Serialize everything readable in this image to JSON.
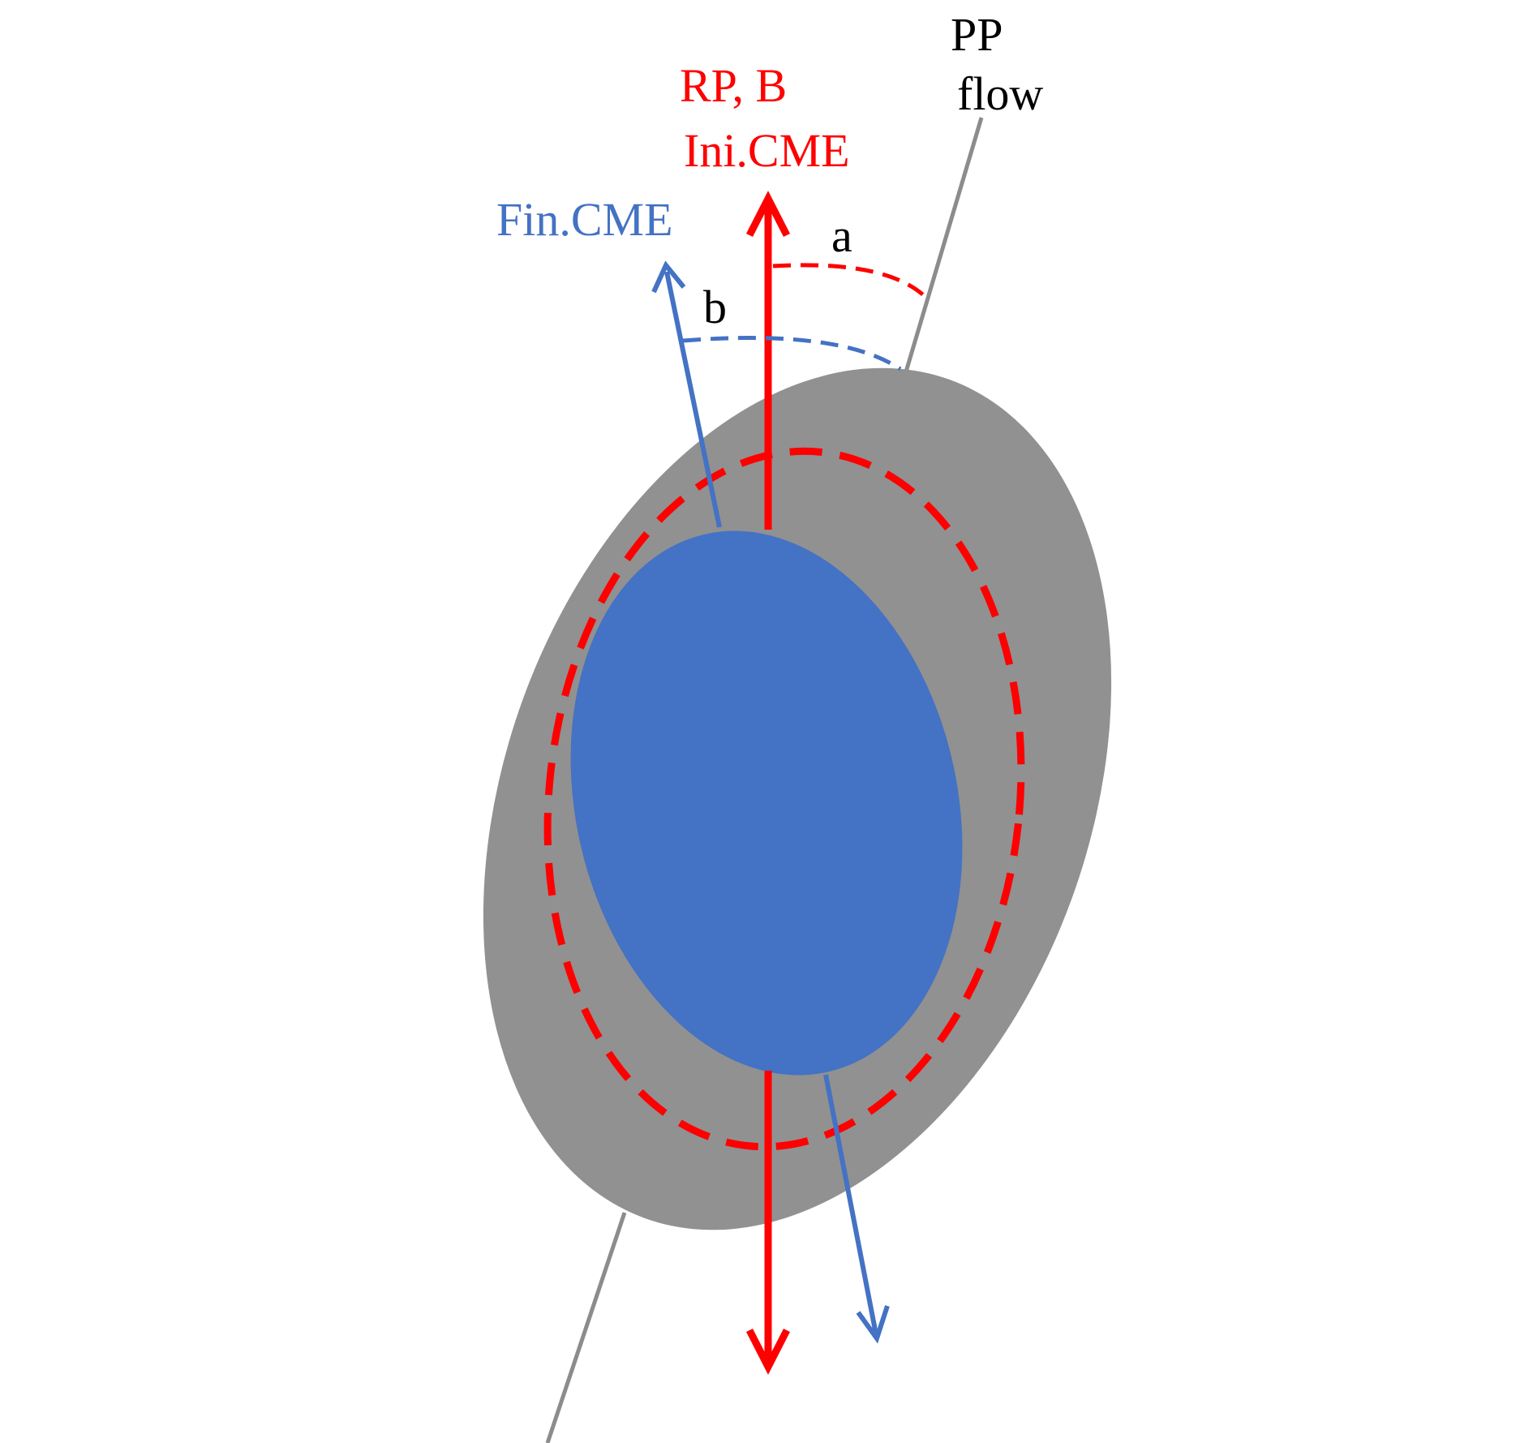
{
  "labels": {
    "pp_line1": "PP",
    "pp_line2": "flow",
    "rp_line1": "RP, B",
    "rp_line2": "Ini.CME",
    "fin_cme": "Fin.CME",
    "angle_a": "a",
    "angle_b": "b"
  },
  "colors": {
    "background": "#ffffff",
    "red": "#ff0000",
    "blue": "#4472c4",
    "gray_shape": "#919191",
    "gray_line": "#8c8c8c",
    "black_text": "#000000"
  }
}
